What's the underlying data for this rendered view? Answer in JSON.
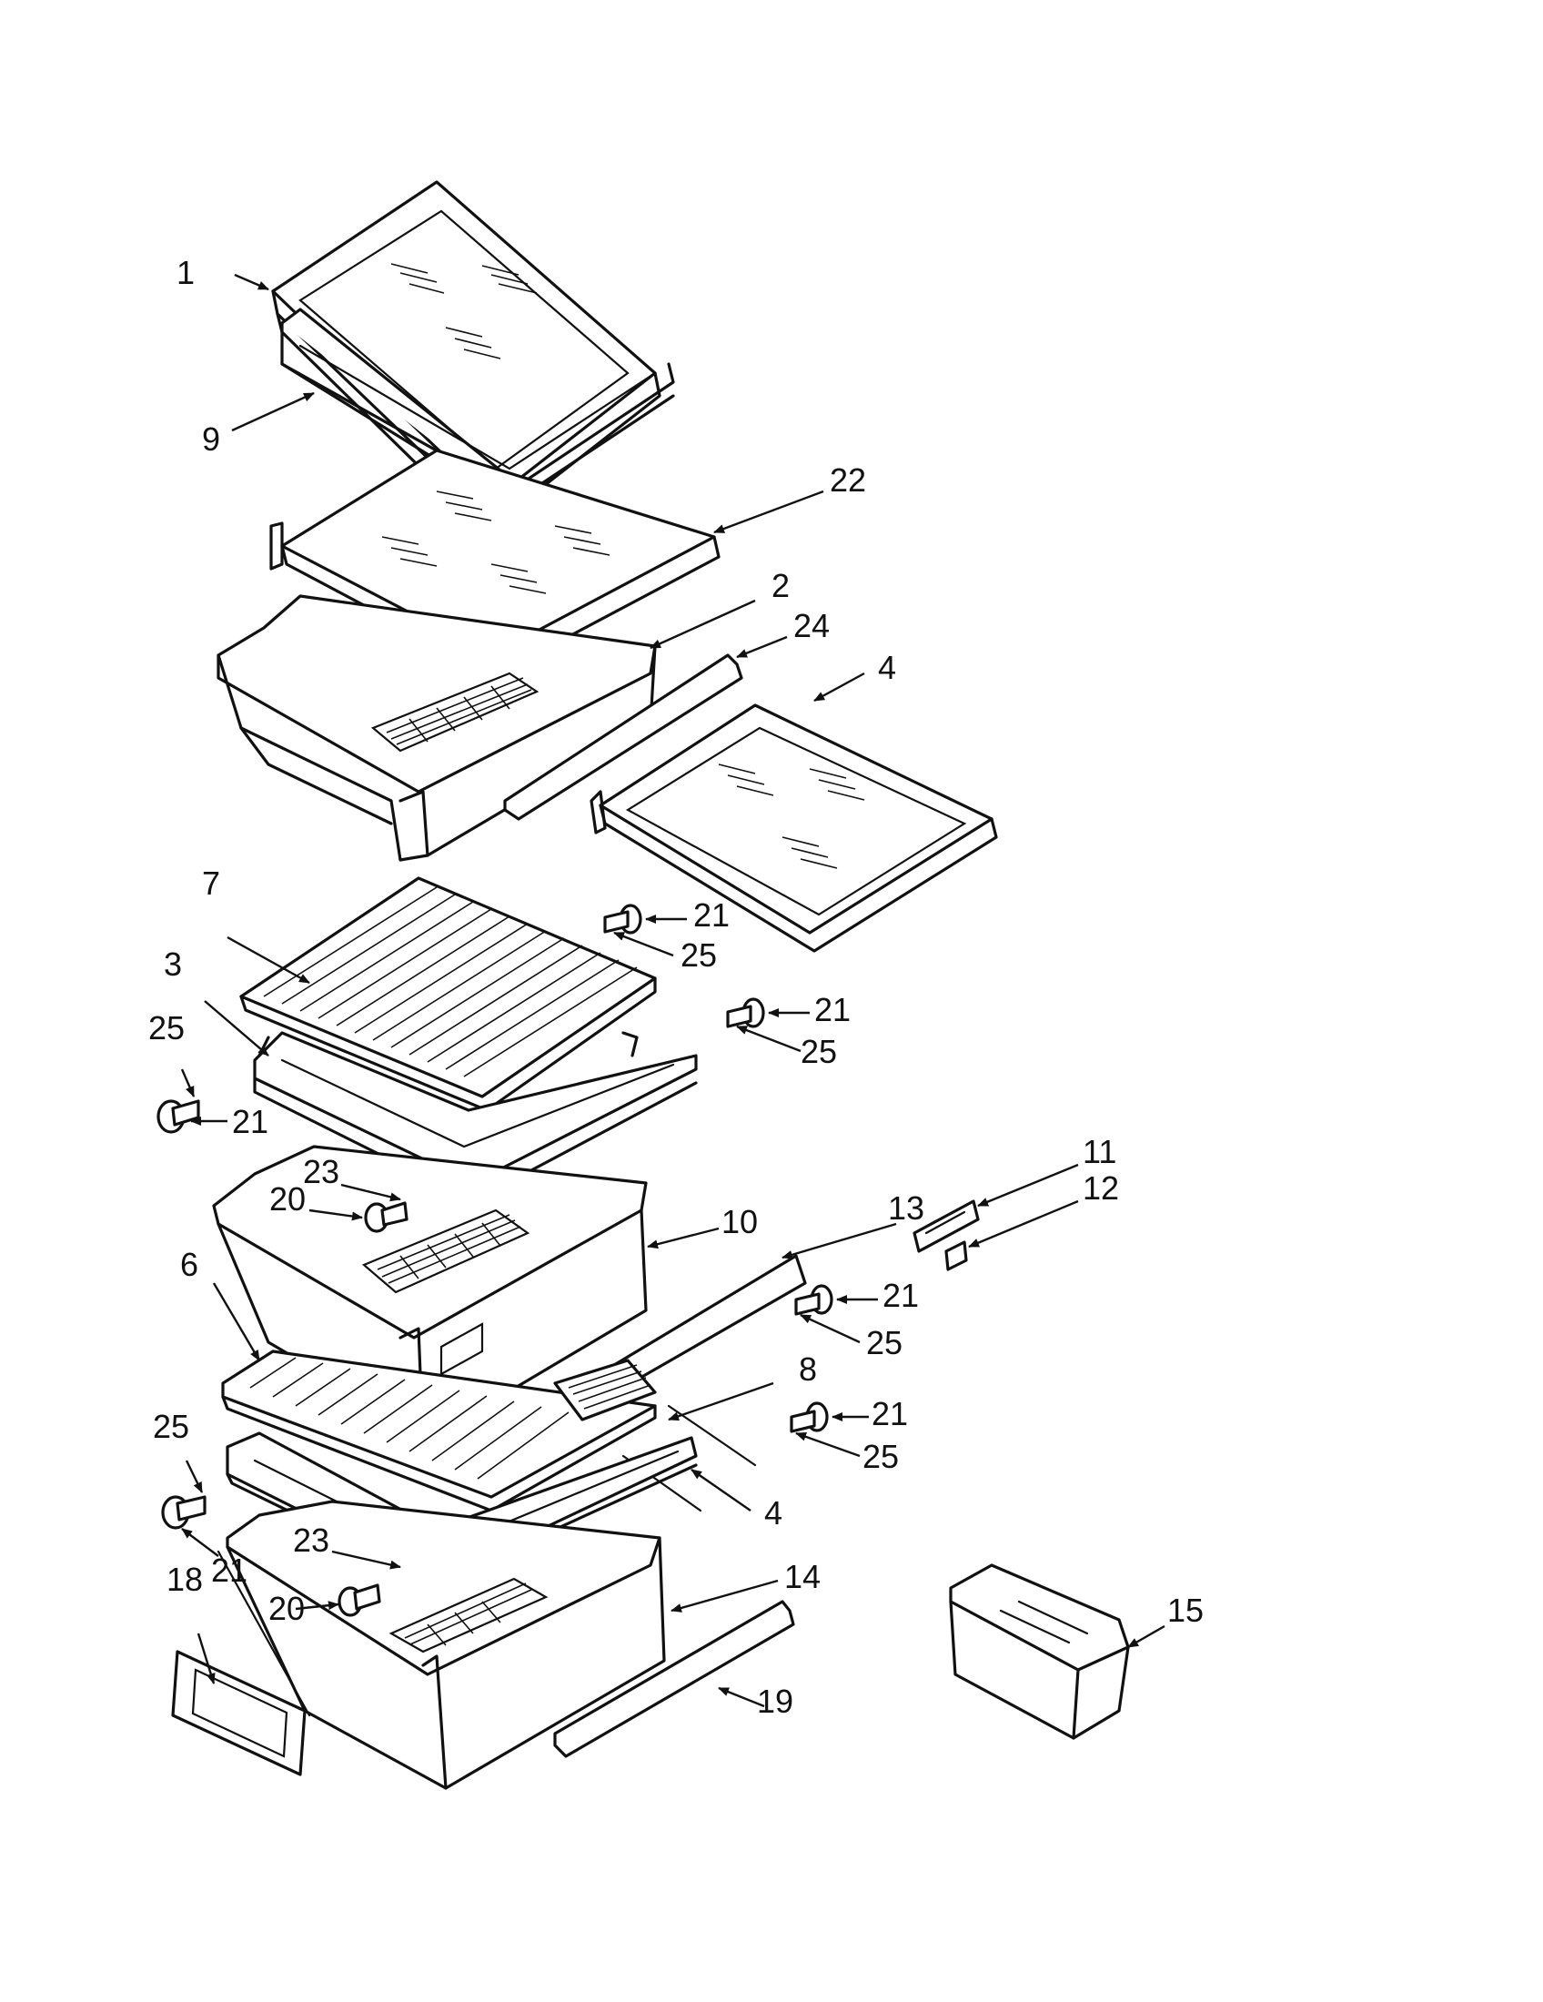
{
  "diagram": {
    "callouts": [
      "1",
      "9",
      "22",
      "2",
      "24",
      "4",
      "7",
      "21",
      "25",
      "3",
      "25",
      "21",
      "21",
      "25",
      "23",
      "20",
      "10",
      "13",
      "11",
      "12",
      "6",
      "21",
      "25",
      "8",
      "21",
      "25",
      "25",
      "4",
      "23",
      "21",
      "20",
      "14",
      "18",
      "15",
      "19"
    ]
  }
}
